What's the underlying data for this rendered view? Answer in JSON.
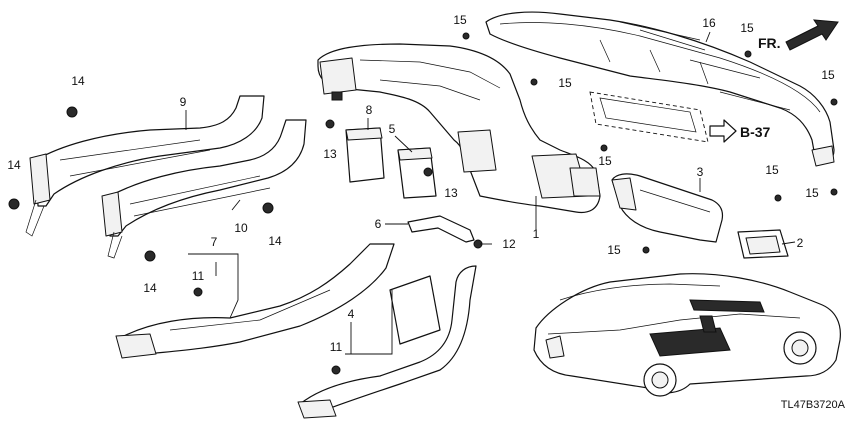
{
  "callouts": {
    "c1": "1",
    "c2": "2",
    "c3": "3",
    "c4": "4",
    "c5": "5",
    "c6": "6",
    "c7": "7",
    "c8": "8",
    "c9": "9",
    "c10": "10",
    "c11a": "11",
    "c11b": "11",
    "c12": "12",
    "c13a": "13",
    "c13b": "13",
    "c14a": "14",
    "c14b": "14",
    "c14c": "14",
    "c14d": "14",
    "c15a": "15",
    "c15b": "15",
    "c15c": "15",
    "c15d": "15",
    "c15e": "15",
    "c15f": "15",
    "c15g": "15",
    "c16": "16"
  },
  "reference": "B-37",
  "front_marker": "FR.",
  "diagram_code": "TL47B3720A"
}
